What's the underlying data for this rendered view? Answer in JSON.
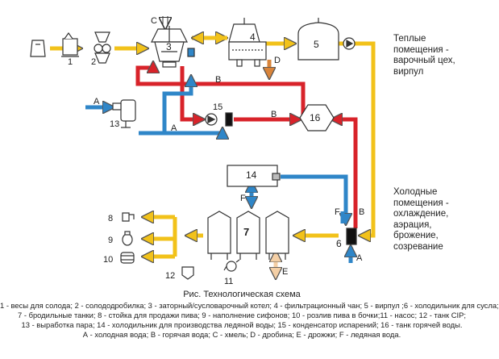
{
  "zones": {
    "warm": "Теплые\nпомещения -\nварочный цех,\nвирпул",
    "cold": "Холодные\nпомещения -\nохлаждение,\nаэрация,\nброжение,\nсозревание"
  },
  "labels": {
    "n1": "1",
    "n2": "2",
    "n3": "3",
    "n4": "4",
    "n5": "5",
    "n6": "6",
    "n7": "7",
    "n8": "8",
    "n9": "9",
    "n10": "10",
    "n11": "11",
    "n12": "12",
    "n13": "13",
    "n14": "14",
    "n15": "15",
    "n16": "16",
    "a1": "A",
    "a2": "A",
    "a3": "A",
    "b1": "B",
    "b2": "B",
    "b3": "B",
    "b4": "B",
    "c": "C",
    "d": "D",
    "e": "E",
    "f1": "F",
    "f2": "F"
  },
  "caption": {
    "title": "Рис. Технологическая схема",
    "legend": [
      "1 - весы для солода; 2 - солододробилка; 3 - заторный/сусловарочный котел; 4 - фильтрационный чан; 5 - вирпул ;6 - холодильник для сусла;",
      "7 - бродильные танки; 8 - стойка для продажи пива; 9 - наполнение сифонов; 10 - розлив пива в бочки;11 - насос; 12 - танк CIP;",
      "13 - выработка пара; 14 - холодильник для производства ледяной воды; 15 - конденсатор испарений; 16 - танк горячей воды.",
      "А - холодная вода; В - горячая вода; С - хмель; D - дробина; Е - дрожжи; F - ледяная вода."
    ]
  },
  "colors": {
    "hot_water": "#d8232a",
    "cold_water": "#2f86c8",
    "product_flow": "#f2c21a",
    "hops": "#ffffff",
    "spent_grain": "#d9843a",
    "yeast": "#f4cfa5",
    "equipment_line": "#333333"
  }
}
